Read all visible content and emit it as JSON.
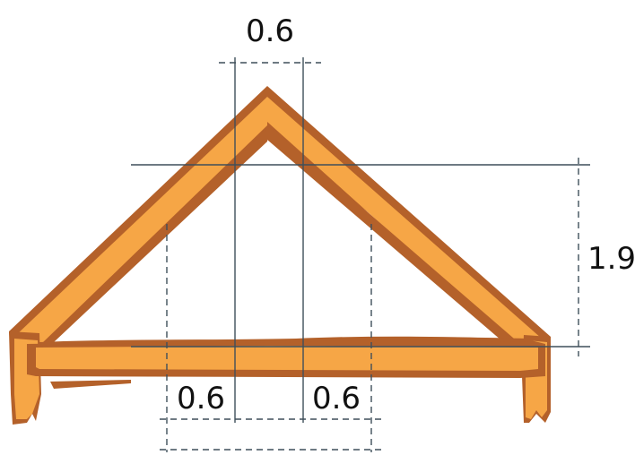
{
  "diagram": {
    "labels": {
      "top_width": "0.6",
      "height": "1.9",
      "bottom_left": "0.6",
      "bottom_right": "0.6"
    },
    "colors": {
      "wood_light": "#F6A646",
      "wood_dark": "#B4612A",
      "guide_line": "#3F4F5A",
      "background": "#FFFFFF"
    }
  }
}
